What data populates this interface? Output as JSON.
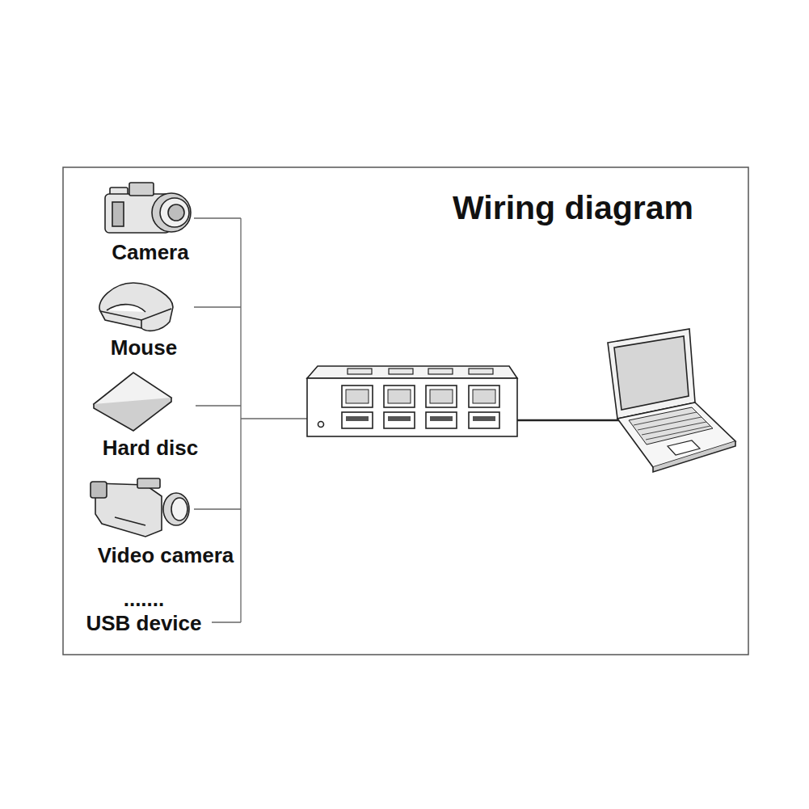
{
  "diagram": {
    "title": "Wiring diagram",
    "nodes": [
      {
        "text": [
          "Camera"
        ]
      },
      {
        "text": [
          "Mouse"
        ]
      },
      {
        "text": [
          "Hard disc"
        ]
      },
      {
        "text": [
          "Video camera"
        ]
      },
      {
        "text": [
          ".......",
          "USB device"
        ]
      }
    ]
  }
}
